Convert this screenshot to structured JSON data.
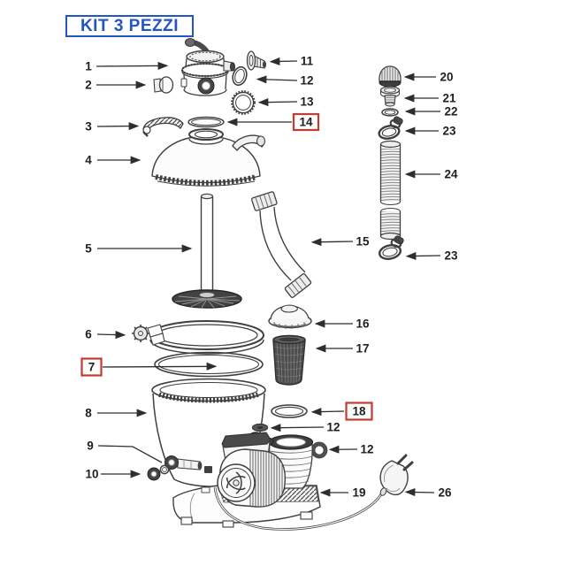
{
  "title_box": {
    "label": "KIT 3 PEZZI"
  },
  "colors": {
    "title_blue": "#2355c5",
    "highlight_red": "#c43b32",
    "diagram_line": "#3f3f3f",
    "background": "#ffffff"
  },
  "callouts": [
    {
      "n": "1",
      "highlighted": false
    },
    {
      "n": "2",
      "highlighted": false
    },
    {
      "n": "3",
      "highlighted": false
    },
    {
      "n": "4",
      "highlighted": false
    },
    {
      "n": "5",
      "highlighted": false
    },
    {
      "n": "6",
      "highlighted": false
    },
    {
      "n": "7",
      "highlighted": true
    },
    {
      "n": "8",
      "highlighted": false
    },
    {
      "n": "9",
      "highlighted": false
    },
    {
      "n": "10",
      "highlighted": false
    },
    {
      "n": "11",
      "highlighted": false
    },
    {
      "n": "12",
      "highlighted": false
    },
    {
      "n": "13",
      "highlighted": false
    },
    {
      "n": "14",
      "highlighted": true
    },
    {
      "n": "15",
      "highlighted": false
    },
    {
      "n": "16",
      "highlighted": false
    },
    {
      "n": "17",
      "highlighted": false
    },
    {
      "n": "18",
      "highlighted": true
    },
    {
      "n": "12",
      "highlighted": false
    },
    {
      "n": "12",
      "highlighted": false
    },
    {
      "n": "19",
      "highlighted": false
    },
    {
      "n": "26",
      "highlighted": false
    },
    {
      "n": "20",
      "highlighted": false
    },
    {
      "n": "21",
      "highlighted": false
    },
    {
      "n": "22",
      "highlighted": false
    },
    {
      "n": "23",
      "highlighted": false
    },
    {
      "n": "24",
      "highlighted": false
    },
    {
      "n": "23",
      "highlighted": false
    }
  ]
}
